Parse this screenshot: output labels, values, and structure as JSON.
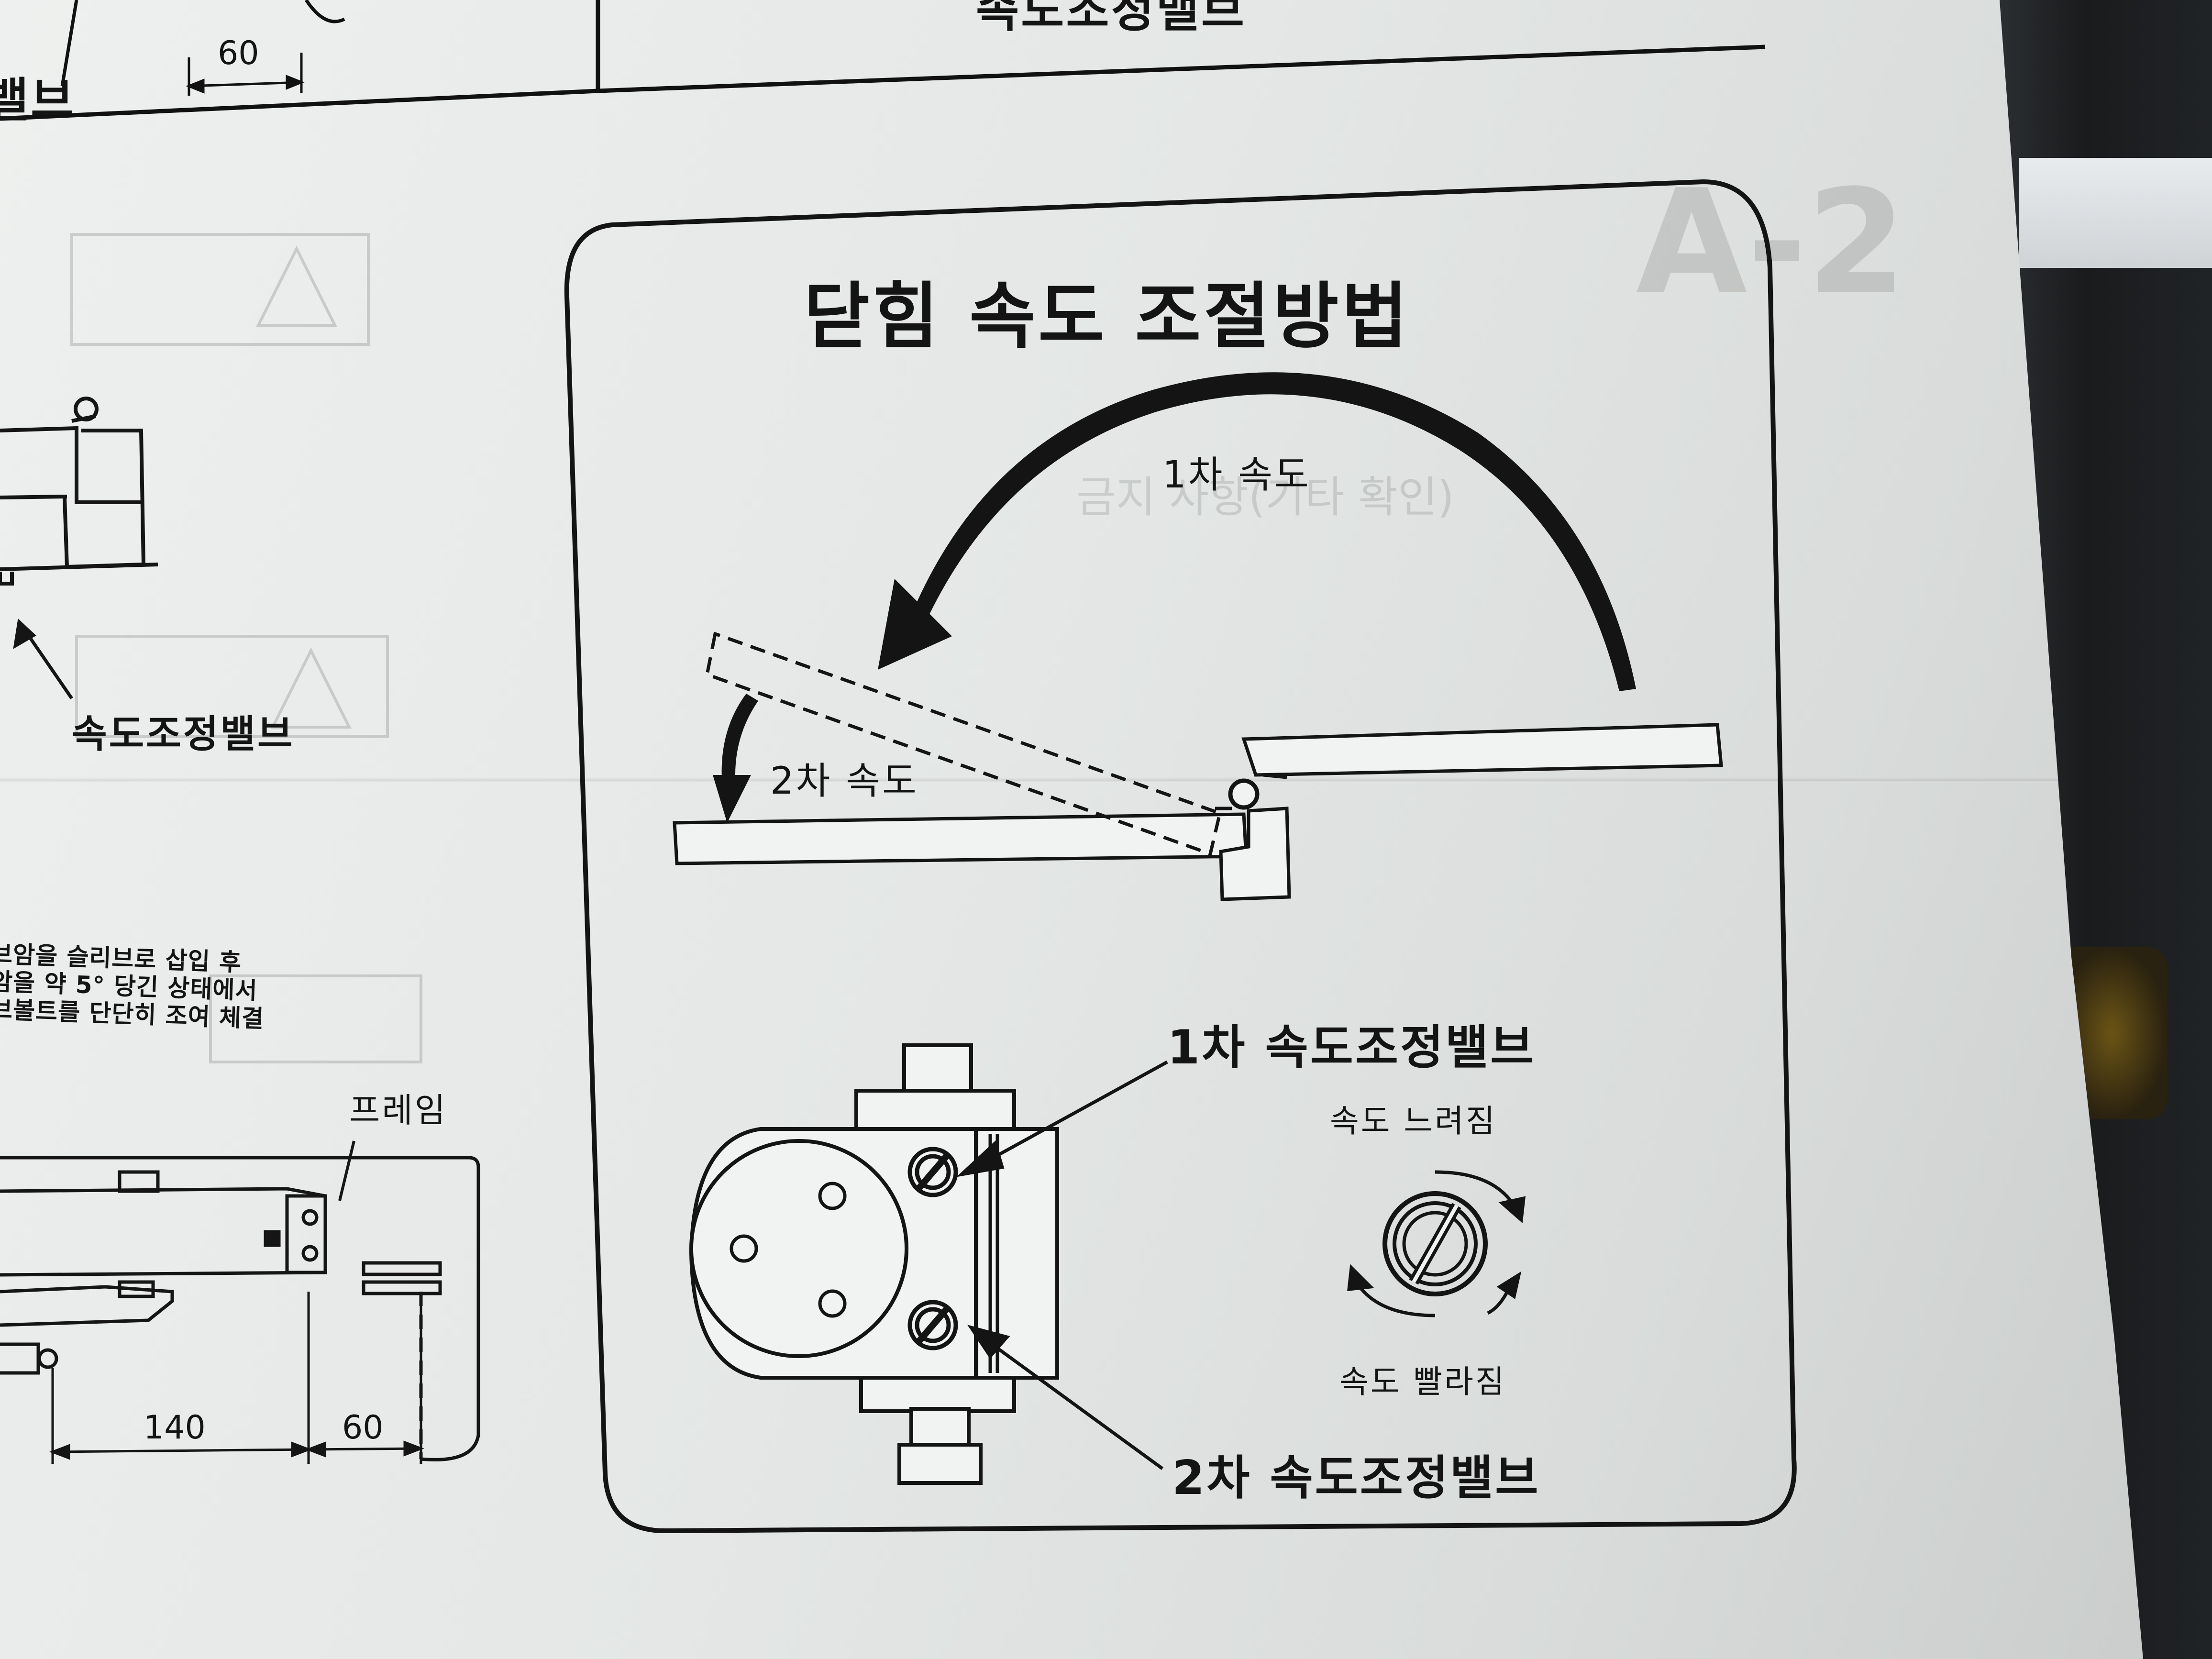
{
  "left_column": {
    "top_label_fragment": "밸브",
    "top_dimension": "60",
    "valve_label": "속도조정밸브",
    "install_note_lines": [
      "브암을 슬리브로 삽입 후",
      "암을 약 5° 당긴 상태에서",
      "브볼트를 단단히 조여 체결"
    ],
    "frame_label": "프레임",
    "dimension_a": "140",
    "dimension_b": "60"
  },
  "top_right_fragment": "속도조정밸브",
  "panel": {
    "title": "닫힘 속도 조절방법",
    "first_speed_arc_label": "1차 속도",
    "second_speed_arc_label": "2차 속도",
    "first_valve_label": "1차 속도조정밸브",
    "second_valve_label": "2차 속도조정밸브",
    "slower_label": "속도 느려짐",
    "faster_label": "속도 빨라짐"
  }
}
